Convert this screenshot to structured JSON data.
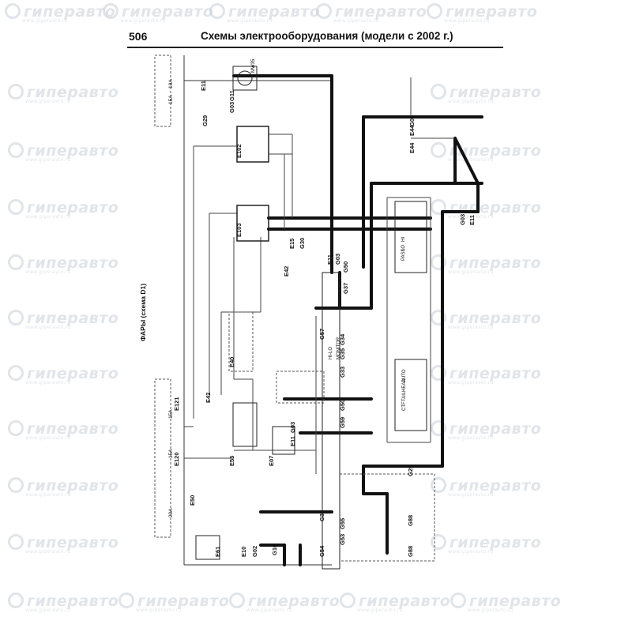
{
  "header": {
    "page_number": "506",
    "title": "Схемы электрооборудования (модели с 2002 г.)"
  },
  "watermark": {
    "text": "гиперавто",
    "subtext": "www.giperavto.ru"
  },
  "diagram": {
    "heading": "ФАРЫ (схема D1)",
    "colors": {
      "wire_heavy": "#111111",
      "wire_light": "#555555",
      "box": "#222222",
      "watermark": "#c9cfd6"
    },
    "components": [
      "G11",
      "G03",
      "E11",
      "G29",
      "E102",
      "E103",
      "E15",
      "G30",
      "E11",
      "G03",
      "E42",
      "G50",
      "G37",
      "G57",
      "G35",
      "G34",
      "G33",
      "G59",
      "G50",
      "E121",
      "E42",
      "E40",
      "E120",
      "E55",
      "E07",
      "E11",
      "G03",
      "E50",
      "G36",
      "G54",
      "G53",
      "G55",
      "G88",
      "G88",
      "G29",
      "E61",
      "E10",
      "G02",
      "G16",
      "G03",
      "E44",
      "E44",
      "G03",
      "E11"
    ],
    "fuses": [
      "15A",
      "15A",
      "20A",
      "15A",
      "10A"
    ],
    "labels": [
      "MW35",
      "PASS",
      "LO",
      "HI",
      "CTF",
      "TAIL",
      "HEAD",
      "AUTO",
      "HI-LO",
      "MONITOR"
    ]
  }
}
